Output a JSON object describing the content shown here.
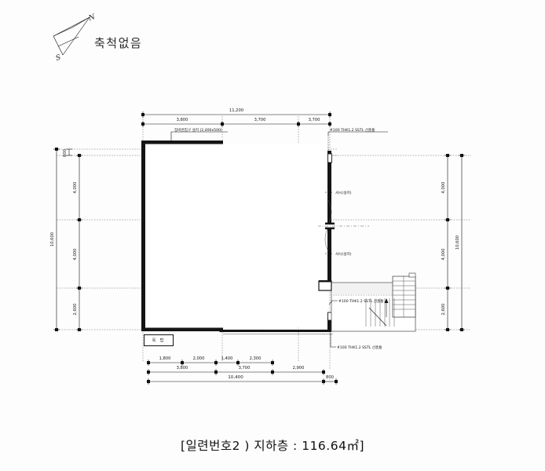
{
  "sheet": {
    "scale_note": "축척없음",
    "title_prefix": "[일련번호2 ) 지하층 : ",
    "title_area": "116.64",
    "title_unit": "㎡",
    "title_suffix": "]",
    "title_full": "[일련번호2 ) 지하층 : 116.64㎡]",
    "background_color": "#fdfdfd",
    "ink_color": "#151515"
  },
  "compass": {
    "north_label": "N",
    "south_label": "S"
  },
  "room_tag": {
    "label": "옥 탑"
  },
  "dimensions": {
    "top_overall": "11,200",
    "top_segments": [
      "3,800",
      "3,700",
      "3,700"
    ],
    "left_top_small": "800",
    "left_segments": [
      "4,000",
      "4,000",
      "2,600"
    ],
    "left_overall": "10,600",
    "right_segments": [
      "4,000",
      "4,000",
      "2,600"
    ],
    "right_overall": "10,600",
    "bottom_row1": [
      "1,800",
      "2,000",
      "1,400",
      "2,300"
    ],
    "bottom_row2": [
      "3,800",
      "3,700",
      "2,900"
    ],
    "bottom_overall": "10,400",
    "bottom_right_small": "800"
  },
  "annotations": {
    "equipment_opening": "장비반입구 설치 (2,400x500)",
    "downspout_top": "#100 THK1.2 SSTL 선홈통",
    "downspout_mid": "#100 THK1.2 SSTL 선홈통",
    "downspout_bottom": "#100 THK1.2 SSTL 선홈통",
    "sash_upper": "샤시(설치)",
    "sash_lower": "샤시(설치)"
  }
}
